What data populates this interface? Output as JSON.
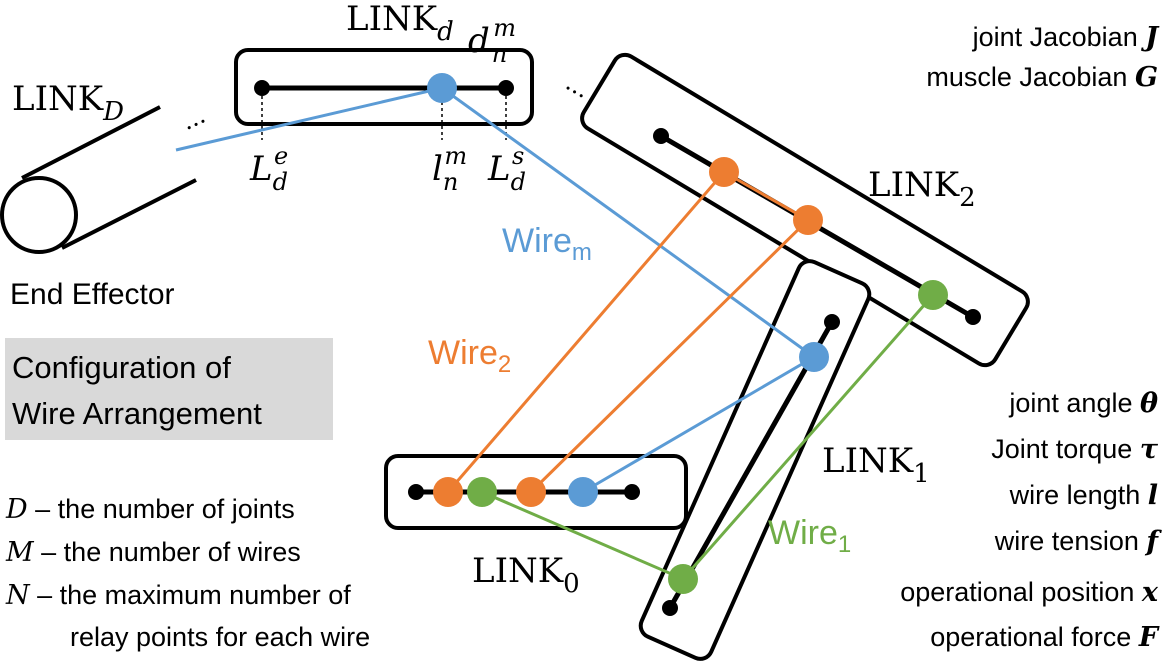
{
  "colors": {
    "blue": "#5b9bd5",
    "orange": "#ed7d31",
    "green": "#70ad47",
    "black": "#000000",
    "config_box": "#d9d9d9"
  },
  "links": {
    "link_d": {
      "base": "LINK",
      "sub": "d"
    },
    "link_D": {
      "base": "LINK",
      "sub": "D"
    },
    "link_2": {
      "base": "LINK",
      "sub": "2"
    },
    "link_1": {
      "base": "LINK",
      "sub": "1"
    },
    "link_0": {
      "base": "LINK",
      "sub": "0"
    }
  },
  "wires": {
    "wire_m": {
      "base": "Wire",
      "sub": "m"
    },
    "wire_2": {
      "base": "Wire",
      "sub": "2"
    },
    "wire_1": {
      "base": "Wire",
      "sub": "1"
    }
  },
  "points": {
    "d_n_m": {
      "base": "d",
      "sub": "n",
      "sup": "m"
    },
    "L_d_e": {
      "base": "L",
      "sub": "d",
      "sup": "e"
    },
    "l_n_m": {
      "base": "l",
      "sub": "n",
      "sup": "m"
    },
    "L_d_s": {
      "base": "L",
      "sub": "d",
      "sup": "s"
    }
  },
  "ellipsis": "...",
  "end_effector": "End Effector",
  "config_title": {
    "line1": "Configuration of",
    "line2": "Wire Arrangement"
  },
  "definitions": [
    {
      "sym": "D",
      "text": " – the number of joints"
    },
    {
      "sym": "M",
      "text": " – the number of wires"
    },
    {
      "sym": "N",
      "text": " – the maximum number of"
    }
  ],
  "definition_cont": "relay points for each wire",
  "jacobians": [
    {
      "label": "joint Jacobian ",
      "sym": "J"
    },
    {
      "label": "muscle Jacobian ",
      "sym": "G"
    }
  ],
  "quantities": [
    {
      "label": "joint angle ",
      "sym": "θ"
    },
    {
      "label": "Joint torque ",
      "sym": "τ"
    },
    {
      "label": "wire length ",
      "sym": "l"
    },
    {
      "label": "wire tension ",
      "sym": "f"
    },
    {
      "label": "operational position ",
      "sym": "x"
    },
    {
      "label": "operational force ",
      "sym": "F"
    }
  ]
}
